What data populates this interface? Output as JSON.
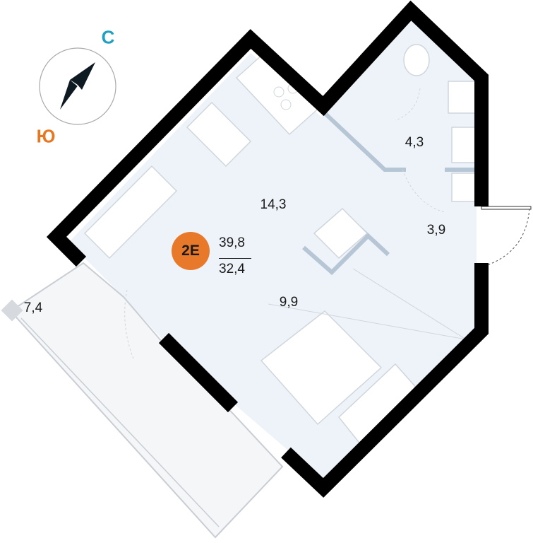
{
  "compass": {
    "north": "С",
    "south": "Ю"
  },
  "apartment": {
    "type": "2E",
    "total_area": "39,8",
    "living_area": "32,4"
  },
  "rooms": [
    {
      "name": "kitchen-living",
      "area": "14,3"
    },
    {
      "name": "bathroom",
      "area": "4,3"
    },
    {
      "name": "hallway",
      "area": "3,9"
    },
    {
      "name": "bedroom",
      "area": "9,9"
    },
    {
      "name": "balcony",
      "area": "7,4"
    }
  ],
  "colors": {
    "north": "#1da0c3",
    "south": "#e87722",
    "badge": "#e8792b",
    "wall": "#000000",
    "floor": "#eef3f9"
  }
}
